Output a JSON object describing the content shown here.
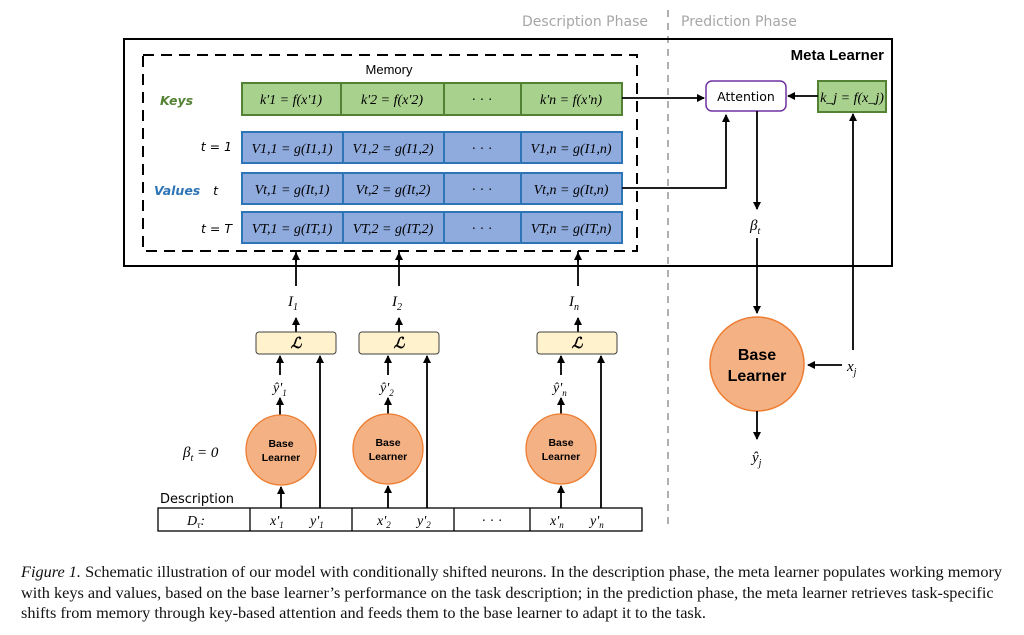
{
  "phases": {
    "description": "Description Phase",
    "prediction": "Prediction Phase"
  },
  "meta_learner": {
    "title": "Meta Learner",
    "attention_label": "Attention",
    "query_key": "k_j = f(x_j)",
    "beta_label": "β_t",
    "x_input": "x_j",
    "y_output": "ŷ_j",
    "base_learner_label_line1": "Base",
    "base_learner_label_line2": "Learner"
  },
  "memory": {
    "title": "Memory",
    "keys_label": "Keys",
    "values_label": "Values",
    "keys": [
      "k'1 = f(x'1)",
      "k'2 = f(x'2)",
      "· · ·",
      "k'n = f(x'n)"
    ],
    "value_rows": [
      {
        "t_label": "t = 1",
        "cells": [
          "V1,1 = g(I1,1)",
          "V1,2 = g(I1,2)",
          "· · ·",
          "V1,n = g(I1,n)"
        ]
      },
      {
        "t_label": "t",
        "cells": [
          "Vt,1 = g(It,1)",
          "Vt,2 = g(It,2)",
          "· · ·",
          "Vt,n = g(It,n)"
        ]
      },
      {
        "t_label": "t = T",
        "cells": [
          "VT,1 = g(IT,1)",
          "VT,2 = g(IT,2)",
          "· · ·",
          "VT,n = g(IT,n)"
        ]
      }
    ]
  },
  "description_phase": {
    "beta_zero": "β_t = 0",
    "description_label": "Description",
    "d_tau": "D_τ:",
    "columns": [
      {
        "I": "I1",
        "loss": "ℒ",
        "yhat": "ŷ'1",
        "x": "x'1",
        "y": "y'1"
      },
      {
        "I": "I2",
        "loss": "ℒ",
        "yhat": "ŷ'2",
        "x": "x'2",
        "y": "y'2"
      },
      {
        "I": "In",
        "loss": "ℒ",
        "yhat": "ŷ'n",
        "x": "x'n",
        "y": "y'n"
      }
    ],
    "dots": "· · ·",
    "base_learner_line1": "Base",
    "base_learner_line2": "Learner"
  },
  "colors": {
    "key_fill": "#a9d18e",
    "key_stroke": "#548235",
    "value_fill": "#8faadc",
    "value_stroke": "#2e75b6",
    "learner_fill": "#f4b183",
    "learner_stroke": "#ed7d31",
    "loss_fill": "#fff2cc",
    "attention_stroke": "#7030a0"
  },
  "caption": {
    "figure_label": "Figure 1.",
    "text": " Schematic illustration of our model with conditionally shifted neurons. In the description phase, the meta learner populates working memory with keys and values, based on the base learner’s performance on the task description; in the prediction phase, the meta learner retrieves task-specific shifts from memory through key-based attention and feeds them to the base learner to adapt it to the task."
  }
}
